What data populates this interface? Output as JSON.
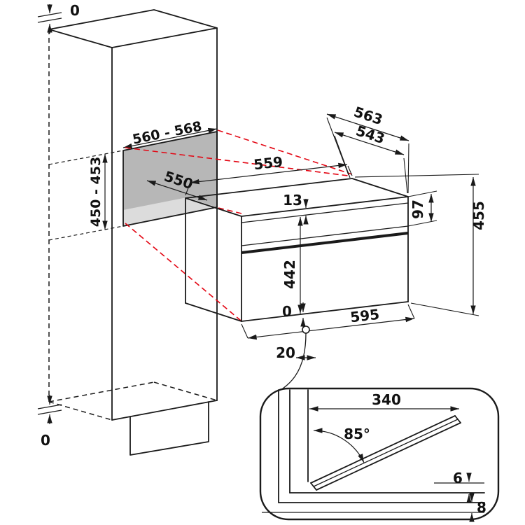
{
  "colors": {
    "line": "#1a1a1a",
    "projection_red": "#e30613",
    "niche_back_gray": "#b7b7b7",
    "niche_floor_gray": "#dcdcdc"
  },
  "cabinet": {
    "top_clearance": "0",
    "bottom_clearance": "0",
    "niche_width": "560 - 568",
    "niche_height": "450 - 453",
    "niche_depth": "550"
  },
  "oven": {
    "top_edge_depth": "559",
    "depth_with_door": "563",
    "depth_body": "543",
    "top_inset": "13",
    "front_panel_height": "97",
    "overall_height": "455",
    "door_height": "442",
    "bottom_clearance": "0",
    "width": "595",
    "plug_offset": "20"
  },
  "door_detail": {
    "open_depth": "340",
    "open_angle": "85°",
    "gap_top": "6",
    "gap_bottom": "8"
  }
}
